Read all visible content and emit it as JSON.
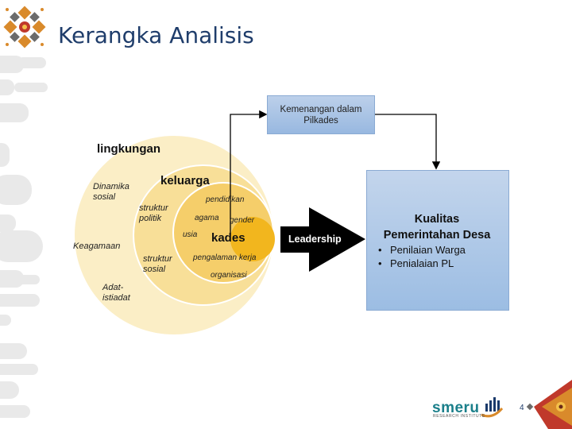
{
  "slide": {
    "title": "Kerangka Analisis",
    "page_number": "4"
  },
  "circles": {
    "outer": {
      "title": "lingkungan",
      "items": [
        "Dinamika sosial",
        "Keagamaan",
        "Adat-istiadat"
      ],
      "items_lines": [
        [
          "Dinamika",
          "sosial"
        ],
        [
          "Keagamaan"
        ],
        [
          "Adat-",
          "istiadat"
        ]
      ]
    },
    "middle": {
      "title": "keluarga",
      "items_lines": [
        [
          "struktur",
          "politik"
        ],
        [
          "struktur",
          "sosial"
        ]
      ]
    },
    "inner": {
      "items": [
        "pendidikan",
        "agama",
        "gender",
        "usia",
        "pengalaman kerja",
        "organisasi"
      ]
    },
    "center": {
      "title": "kades"
    }
  },
  "arrow": {
    "label": "Leadership"
  },
  "outcome_box": {
    "lines": [
      "Kemenangan dalam",
      "Pilkades"
    ]
  },
  "result_box": {
    "title_lines": [
      "Kualitas",
      "Pemerintahan Desa"
    ],
    "bullets": [
      "Penilaian Warga",
      "Penialaian PL"
    ]
  },
  "branding": {
    "logo_text": "smeru",
    "logo_subtext": "RESEARCH INSTITUTE"
  },
  "colors": {
    "title": "#1f3d6b",
    "outer_circle": "#fbeec6",
    "middle_circle": "#f8df98",
    "inner_circle": "#f5ce6a",
    "center_circle": "#f2b61e",
    "circle_stroke": "#ffffff",
    "box_fill": "#a9c4e6",
    "arrow": "#000000",
    "logo_teal": "#1a7f8a",
    "accent_orange": "#d98a2b"
  }
}
